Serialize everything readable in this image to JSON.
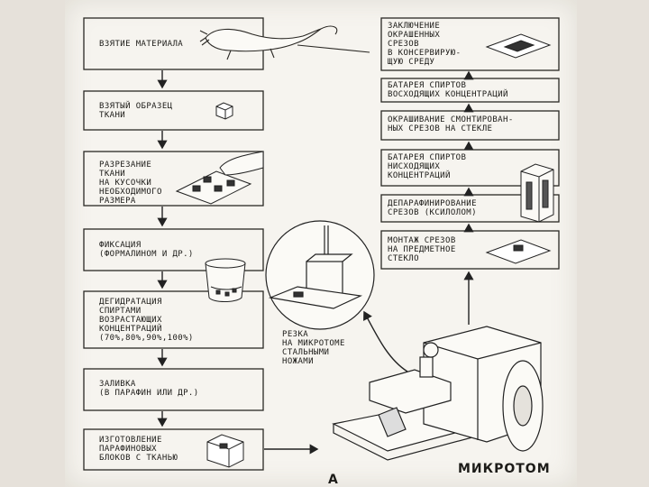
{
  "left_steps": [
    {
      "id": "step-taking-material",
      "text": "ВЗЯТИЕ МАТЕРИАЛА"
    },
    {
      "id": "step-tissue-sample",
      "text": "ВЗЯТЫЙ ОБРАЗЕЦ\nТКАНИ"
    },
    {
      "id": "step-cutting",
      "text": "РАЗРЕЗАНИЕ\nТКАНИ\nНА КУСОЧКИ\nНЕОБХОДИМОГО\nРАЗМЕРА"
    },
    {
      "id": "step-fixation",
      "text": "ФИКСАЦИЯ\n(ФОРМАЛИНОМ И ДР.)"
    },
    {
      "id": "step-dehydration",
      "text": "ДЕГИДРАТАЦИЯ\nСПИРТАМИ\nВОЗРАСТАЮЩИХ\nКОНЦЕНТРАЦИЙ\n(70%,80%,90%,100%)"
    },
    {
      "id": "step-embedding",
      "text": "ЗАЛИВКА\n(В ПАРАФИН ИЛИ ДР.)"
    },
    {
      "id": "step-blocks",
      "text": "ИЗГОТОВЛЕНИЕ\nПАРАФИНОВЫХ\nБЛОКОВ С ТКАНЬЮ"
    }
  ],
  "right_steps": [
    {
      "id": "step-mounting-medium",
      "text": "ЗАКЛЮЧЕНИЕ\nОКРАШЕННЫХ\nСРЕЗОВ\nВ КОНСЕРВИРУЮ-\nЩУЮ СРЕДУ"
    },
    {
      "id": "step-ascending-alcohols",
      "text": "БАТАРЕЯ СПИРТОВ\nВОСХОДЯЩИХ КОНЦЕНТРАЦИЙ"
    },
    {
      "id": "step-staining",
      "text": "ОКРАШИВАНИЕ СМОНТИРОВАН-\nНЫХ СРЕЗОВ НА СТЕКЛЕ"
    },
    {
      "id": "step-descending-alcohols",
      "text": "БАТАРЕЯ СПИРТОВ\nНИСХОДЯЩИХ\nКОНЦЕНТРАЦИЙ"
    },
    {
      "id": "step-deparaffinization",
      "text": "ДЕПАРАФИНИРОВАНИЕ\nСРЕЗОВ (КСИЛОЛОМ)"
    },
    {
      "id": "step-mounting-slide",
      "text": "МОНТАЖ СРЕЗОВ\nНА ПРЕДМЕТНОЕ\nСТЕКЛО"
    }
  ],
  "microtome_cut_label": "РЕЗКА\nНА МИКРОТОМЕ\nСТАЛЬНЫМИ\nНОЖАМИ",
  "microtome_label": "МИКРОТОМ",
  "figure_letter": "А"
}
